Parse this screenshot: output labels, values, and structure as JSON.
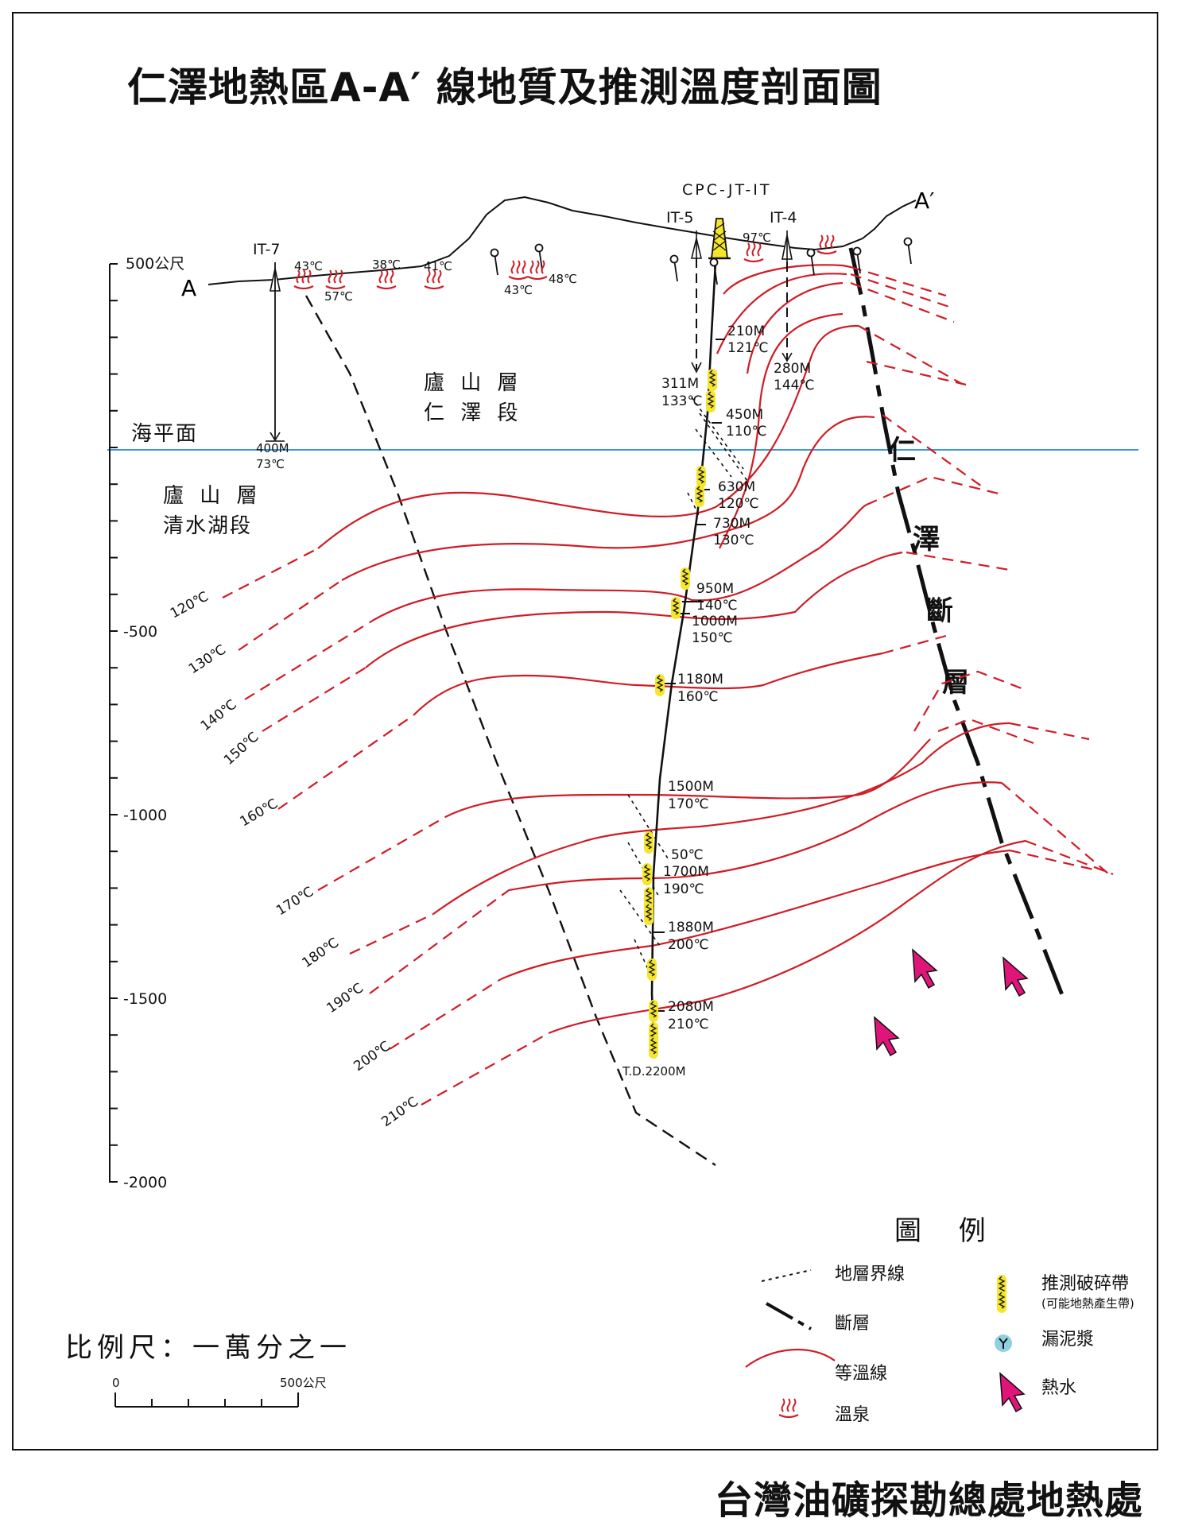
{
  "title": "仁澤地熱區A-A′ 線地質及推測溫度剖面圖",
  "organization": "台灣油礦探勘總處地熱處",
  "section_ends": {
    "left": "A",
    "right": "A′"
  },
  "wells": {
    "it7": "IT-7",
    "it5": "IT-5",
    "it4": "IT-4",
    "cpc": "CPC-JT-IT"
  },
  "depth_axis": {
    "top": "500公尺",
    "ticks": [
      "-500",
      "-1000",
      "-1500",
      "-2000"
    ],
    "sea_level": "海平面"
  },
  "formations": {
    "upper_1": "廬 山 層",
    "upper_2": "仁 澤 段",
    "lower_1": "廬 山 層",
    "lower_2": "清水湖段"
  },
  "fault_name": [
    "仁",
    "澤",
    "斷",
    "層"
  ],
  "springs": [
    "43℃",
    "57℃",
    "38℃",
    "41℃",
    "43℃",
    "48℃",
    "97℃"
  ],
  "it7_reading": {
    "depth": "400M",
    "temp": "73℃"
  },
  "it4_reading": {
    "depth": "280M",
    "temp": "144℃"
  },
  "it5_reading": {
    "depth": "311M",
    "temp": "133℃"
  },
  "main_well_readings": [
    {
      "depth": "210M",
      "temp": "121℃"
    },
    {
      "depth": "450M",
      "temp": "110℃"
    },
    {
      "depth": "630M",
      "temp": "120℃"
    },
    {
      "depth": "730M",
      "temp": "130℃"
    },
    {
      "depth": "950M",
      "temp": "140℃"
    },
    {
      "depth": "1000M",
      "temp": "150℃"
    },
    {
      "depth": "1180M",
      "temp": "160℃"
    },
    {
      "depth": "1500M",
      "temp": "170℃"
    },
    {
      "temp_extra": "50℃",
      "depth": "1700M",
      "temp": "190℃"
    },
    {
      "depth": "1880M",
      "temp": "200℃"
    },
    {
      "depth": "2080M",
      "temp": "210℃"
    }
  ],
  "total_depth": "T.D.2200M",
  "isotherm_labels": [
    "120℃",
    "130℃",
    "140℃",
    "150℃",
    "160℃",
    "170℃",
    "180℃",
    "190℃",
    "200℃",
    "210℃"
  ],
  "legend": {
    "title": "圖 例",
    "boundary": "地層界線",
    "fault": "斷層",
    "isotherm": "等溫線",
    "hot_spring": "溫泉",
    "fracture": "推測破碎帶",
    "fracture_note": "(可能地熱產生帶)",
    "mud_loss": "漏泥漿",
    "hot_water": "熱水"
  },
  "scale": {
    "label": "比例尺：一萬分之一",
    "start": "0",
    "end": "500公尺"
  },
  "colors": {
    "isotherm": "#d01c25",
    "sea_level": "#3a9ad9",
    "fracture": "#f5e52b",
    "hot_water": "#e0157a",
    "mud": "#8fd0e0"
  }
}
